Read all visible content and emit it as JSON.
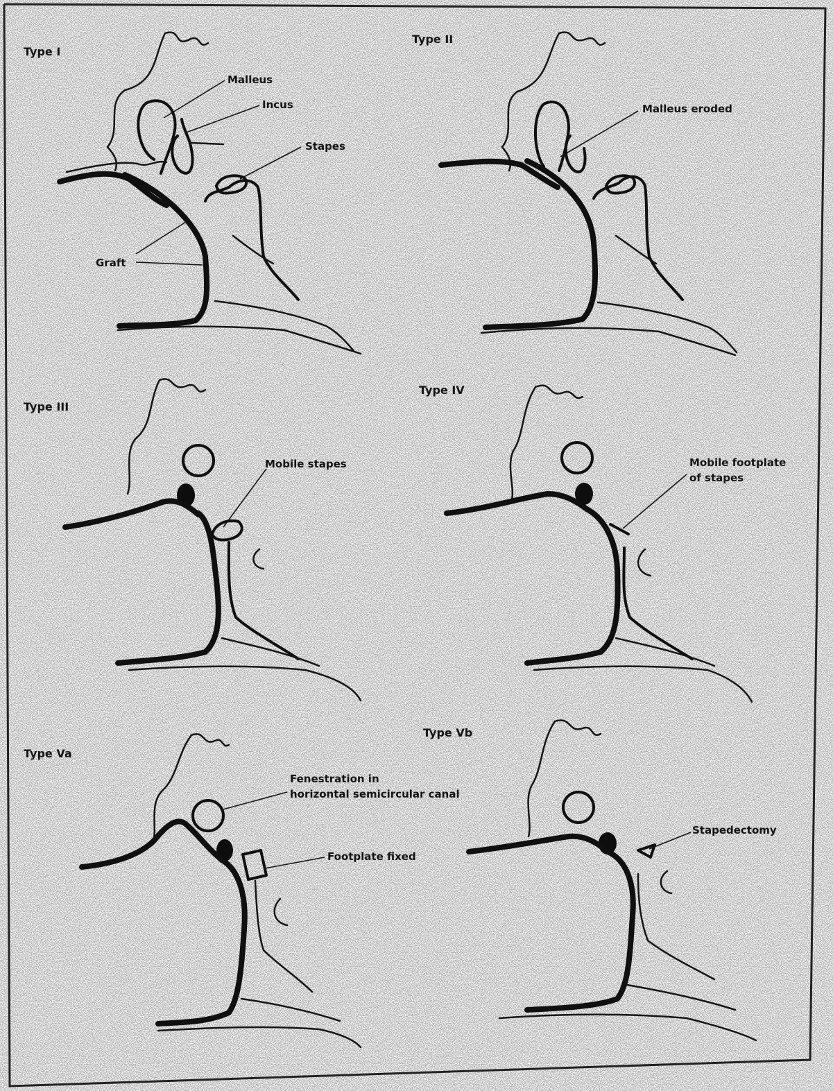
{
  "panels": {
    "type1": {
      "title": "Type I",
      "labels": {
        "malleus": "Malleus",
        "incus": "Incus",
        "stapes": "Stapes",
        "graft": "Graft"
      }
    },
    "type2": {
      "title": "Type II",
      "labels": {
        "malleus_eroded": "Malleus eroded"
      }
    },
    "type3": {
      "title": "Type III",
      "labels": {
        "mobile_stapes": "Mobile stapes"
      }
    },
    "type4": {
      "title": "Type IV",
      "labels": {
        "mobile_footplate_1": "Mobile footplate",
        "mobile_footplate_2": "of stapes"
      }
    },
    "type5a": {
      "title": "Type Va",
      "labels": {
        "fenestration_1": "Fenestration in",
        "fenestration_2": "horizontal semicircular canal",
        "footplate_fixed": "Footplate fixed"
      }
    },
    "type5b": {
      "title": "Type Vb",
      "labels": {
        "stapedectomy": "Stapedectomy"
      }
    }
  },
  "colors": {
    "ink": "#101010",
    "paper": "#ffffff",
    "frame": "#222222"
  }
}
